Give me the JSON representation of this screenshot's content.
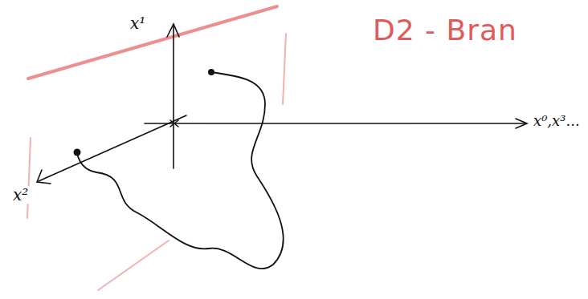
{
  "diagram": {
    "labels": [
      "x¹",
      "x²",
      "x⁰,x³...",
      "D2 - Bran"
    ]
  }
}
